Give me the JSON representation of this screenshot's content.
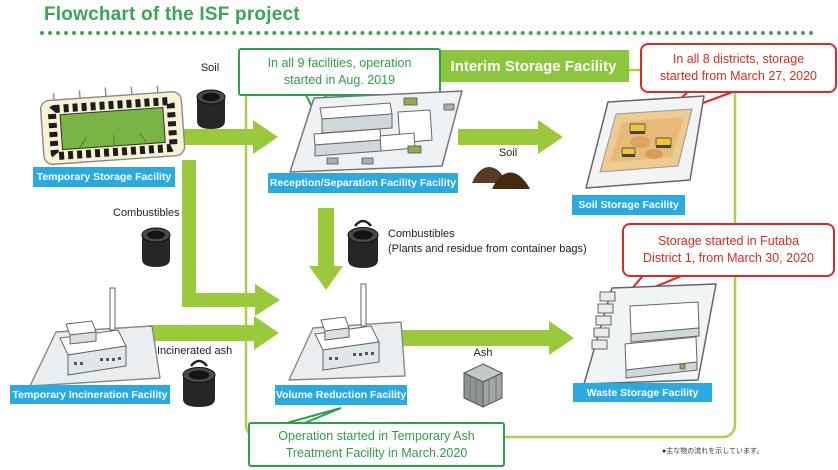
{
  "page": {
    "title": "Flowchart of the ISF project",
    "footnote": "●主な物の流れを示しています。"
  },
  "banner": {
    "label": "Interim Storage Facility"
  },
  "callouts": {
    "green_top": {
      "line1": "In all 9 facilities, operation",
      "line2": "started in Aug. 2019"
    },
    "red_soil": {
      "line1": "In all 8 districts, storage",
      "line2": "started from March 27, 2020"
    },
    "red_waste": {
      "line1": "Storage started in Futaba",
      "line2": "District 1, from March 30, 2020"
    },
    "green_bottom": {
      "line1": "Operation started in Temporary Ash",
      "line2": "Treatment Facility in March.2020"
    }
  },
  "facility_labels": {
    "temporary_storage": "Temporary Storage Facility",
    "reception_separation": "Reception/Separation Facility Facility",
    "soil_storage": "Soil Storage Facility",
    "temporary_incineration": "Temporary Incineration Facility",
    "volume_reduction": "Volume Reduction Facility",
    "waste_storage": "Waste Storage Facility"
  },
  "flow_labels": {
    "soil_from_storage": "Soil",
    "combustibles_from_storage": "Combustibles",
    "combustibles_mid": "Combustibles",
    "combustibles_mid_note": "(Plants and residue from container bags)",
    "soil_to_storage": "Soil",
    "incinerated_ash": "Incinerated ash",
    "ash": "Ash"
  },
  "icons": {
    "container_bag": "container-bag-icon",
    "ash_drum": "ash-drum-icon",
    "soil_pile": "soil-pile-icon",
    "ash_box": "ash-box-icon"
  },
  "colors": {
    "title_green": "#3aa557",
    "callout_green": "#2da04a",
    "banner_green": "#8cc63f",
    "arrow_green": "#9aca3c",
    "callout_red": "#d92b21",
    "label_blue": "#29abe2",
    "boundary_olive": "#b2cb55"
  }
}
